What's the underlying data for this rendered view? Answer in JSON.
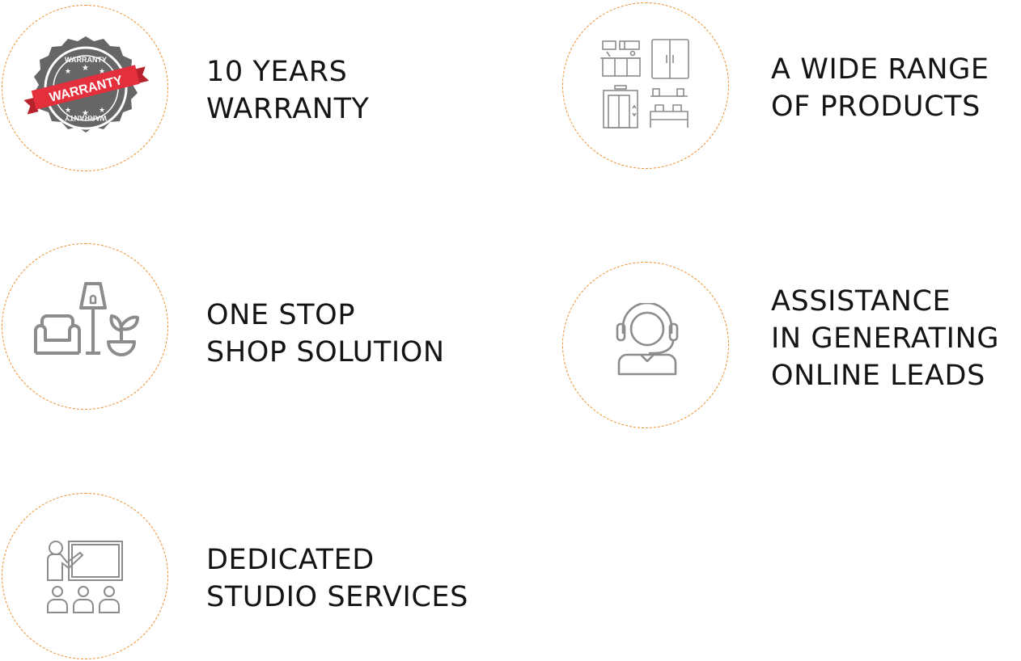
{
  "features": [
    {
      "id": "warranty",
      "icon": "warranty-badge-icon",
      "lines": [
        "10 YEARS",
        "WARRANTY"
      ],
      "badge_text": "WARRANTY",
      "ring_text": "WARRANTY"
    },
    {
      "id": "products",
      "icon": "furniture-products-icon",
      "lines": [
        "A WIDE RANGE",
        "OF PRODUCTS"
      ]
    },
    {
      "id": "one-stop",
      "icon": "living-room-icon",
      "lines": [
        "ONE STOP",
        "SHOP SOLUTION"
      ]
    },
    {
      "id": "leads",
      "icon": "headset-support-icon",
      "lines": [
        "ASSISTANCE",
        "IN GENERATING",
        "ONLINE LEADS"
      ]
    },
    {
      "id": "studio",
      "icon": "presentation-training-icon",
      "lines": [
        "DEDICATED",
        "STUDIO SERVICES"
      ]
    }
  ],
  "colors": {
    "circle_border": "#ee8d2b",
    "icon_gray": "#8c8c8c",
    "badge_dark": "#666666",
    "ribbon_red": "#e42f3c",
    "text": "#141414"
  }
}
